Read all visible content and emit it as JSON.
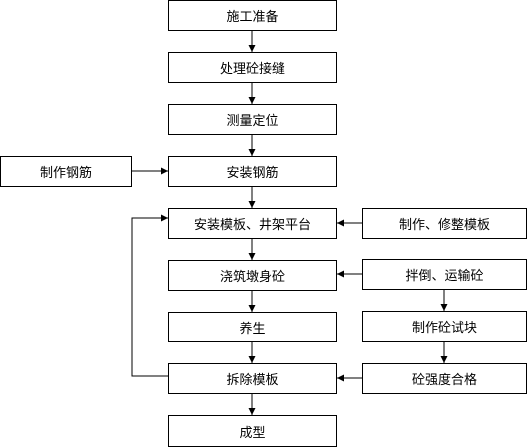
{
  "main_flow": {
    "step1": "施工准备",
    "step2": "处理砼接缝",
    "step3": "测量定位",
    "step4": "安装钢筋",
    "step5": "安装模板、井架平台",
    "step6": "浇筑墩身砼",
    "step7": "养生",
    "step8": "拆除模板",
    "step9": "成型"
  },
  "side_left": {
    "rebar_fab": "制作钢筋"
  },
  "side_right": {
    "formwork_fab": "制作、修整模板",
    "concrete_mix": "拌倒、运输砼",
    "test_block": "制作砼试块",
    "strength_ok": "砼强度合格"
  },
  "colors": {
    "line": "#000000",
    "box_border": "#000000",
    "background": "#ffffff"
  }
}
